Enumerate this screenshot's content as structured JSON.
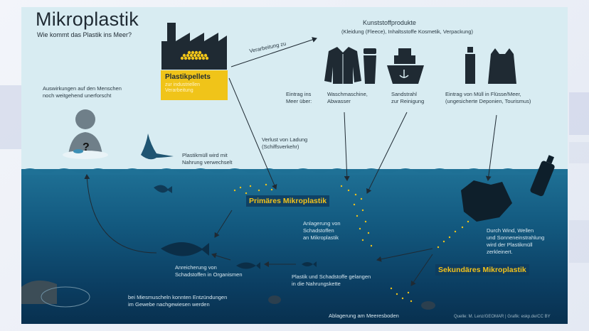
{
  "title": "Mikroplastik",
  "subtitle": "Wie kommt das Plastik ins Meer?",
  "factory": {
    "label": "Plastikpellets",
    "sub1": "zur industriellen",
    "sub2": "Verarbeitung"
  },
  "processing_label": "Verarbeitung zu",
  "products": {
    "title": "Kunststoffprodukte",
    "subtitle": "(Kleidung (Fleece), Inhaltsstoffe Kosmetik, Verpackung)"
  },
  "entry": {
    "label1": "Eintrag ins",
    "label2": "Meer über:",
    "washing1": "Waschmaschine,",
    "washing2": "Abwasser",
    "sandblast1": "Sandstrahl",
    "sandblast2": "zur Reinigung",
    "waste1": "Eintrag von Müll in Flüsse/Meer,",
    "waste2": "(ungesicherte Deponien, Tourismus)"
  },
  "human": {
    "effects1": "Auswirkungen auf den Menschen",
    "effects2": "noch weitgehend unerforscht",
    "question": "?"
  },
  "bird_note1": "Plastikmüll wird mit",
  "bird_note2": "Nahrung verwechselt",
  "cargo1": "Verlust von Ladung",
  "cargo2": "(Schiffsverkehr)",
  "primary_label": "Primäres Mikroplastik",
  "secondary_label": "Sekundäres Mikroplastik",
  "pollutant1": "Anlagerung von",
  "pollutant2": "Schadstoffen",
  "pollutant3": "an Mikroplastik",
  "breakdown1": "Durch Wind, Wellen",
  "breakdown2": "und Sonneneinstrahlung",
  "breakdown3": "wird der Plastikmüll",
  "breakdown4": "zerkleinert.",
  "accum1": "Anreicherung von",
  "accum2": "Schadstoffen in Organismen",
  "foodchain1": "Plastik und Schadstoffe gelangen",
  "foodchain2": "in die Nahrungskette",
  "mussels1": "bei Miesmuscheln konnten Entzündungen",
  "mussels2": "im Gewebe nachgewiesen werden",
  "seabed": "Ablagerung am Meeresboden",
  "source": "Quelle: M. Lenz/GEOMAR | Grafik: eskp.de/CC BY",
  "colors": {
    "accent_yellow": "#f0c419",
    "sea_top": "#1f7196",
    "sea_bottom": "#08304f",
    "sky": "#d8ecf2"
  }
}
